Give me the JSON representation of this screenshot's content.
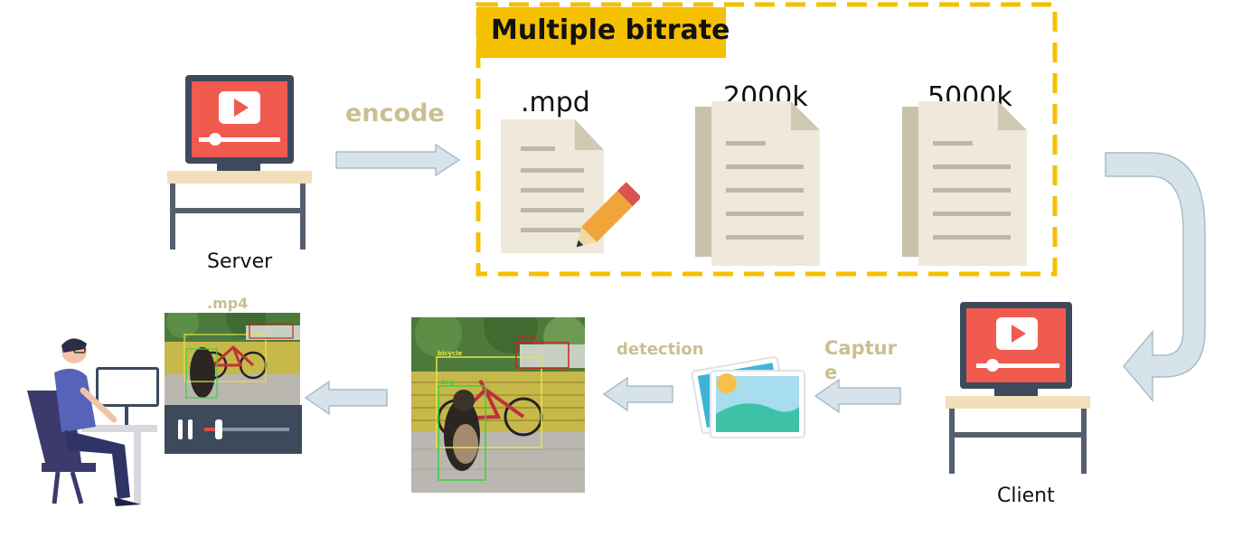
{
  "group": {
    "title": "Multiple bitrate"
  },
  "labels": {
    "encode": "encode",
    "mpd": ".mpd",
    "bitrate_low": "2000k",
    "bitrate_high": "5000k",
    "server": "Server",
    "client": "Client",
    "capture": "Captur\ne",
    "detection": "detection",
    "mp4": ".mp4"
  },
  "detection_tags": {
    "truck": "truck",
    "bicycle": "bicycle",
    "dog": "dog"
  },
  "colors": {
    "accent_yellow": "#f5c000",
    "arrow_fill": "#d6e3ea",
    "monitor_red": "#f05a4f",
    "box_green": "#3fcf3f",
    "box_yellow": "#e8e24a",
    "box_red": "#cc2222",
    "label_gold": "#c9bf92"
  }
}
